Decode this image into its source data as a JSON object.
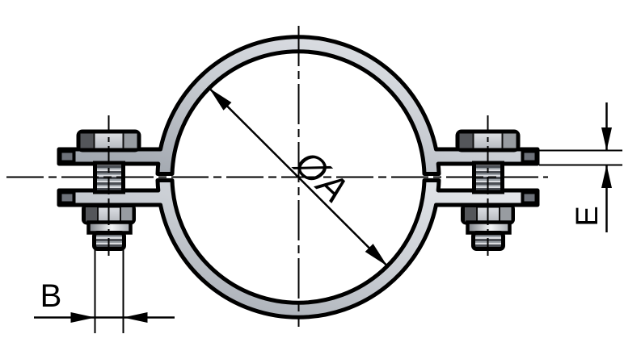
{
  "drawing": {
    "type": "technical-drawing",
    "subject": "two-bolt pipe clamp cross-section",
    "labels": {
      "diameter": "ØA",
      "bolt_width": "B",
      "band_thickness": "E"
    },
    "colors": {
      "outline": "#000000",
      "background": "#ffffff",
      "metal_dark": "#9aa0a8",
      "metal_mid": "#c6cacf",
      "metal_light": "#e4e6ea",
      "facet_dark": "#54565a",
      "facet_side": "#989ca1",
      "tab_dark": "#6e727a",
      "thread_dark": "#4a4e54",
      "thread_light": "#dcdee2"
    }
  }
}
